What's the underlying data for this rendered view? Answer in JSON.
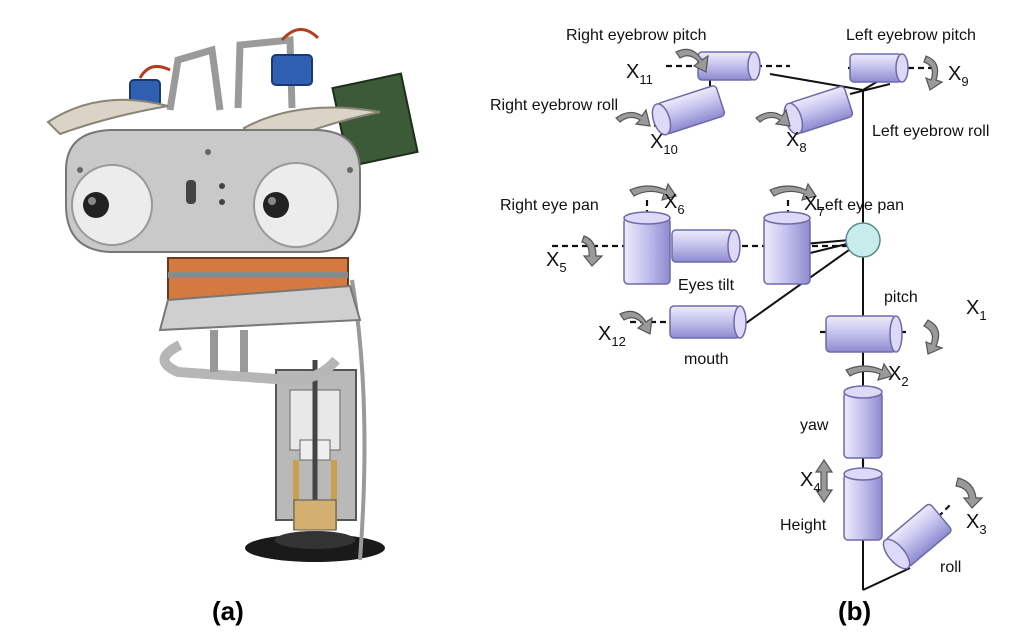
{
  "captions": {
    "a": "(a)",
    "b": "(b)"
  },
  "colors": {
    "joint_fill": "#c6c4ee",
    "joint_stroke": "#6e6aa8",
    "neck_ball": "#c8ecec",
    "arrow": "#8a8a8a"
  },
  "labels": {
    "right_eyebrow_pitch": "Right eyebrow pitch",
    "left_eyebrow_pitch": "Left eyebrow pitch",
    "right_eyebrow_roll": "Right eyebrow roll",
    "left_eyebrow_roll": "Left eyebrow roll",
    "right_eye_pan": "Right eye pan",
    "left_eye_pan": "Left eye pan",
    "eyes_tilt": "Eyes tilt",
    "mouth": "mouth",
    "pitch": "pitch",
    "yaw": "yaw",
    "height": "Height",
    "roll": "roll"
  },
  "axes": {
    "x1": {
      "base": "X",
      "sub": "1"
    },
    "x2": {
      "base": "X",
      "sub": "2"
    },
    "x3": {
      "base": "X",
      "sub": "3"
    },
    "x4": {
      "base": "X",
      "sub": "4"
    },
    "x5": {
      "base": "X",
      "sub": "5"
    },
    "x6": {
      "base": "X",
      "sub": "6"
    },
    "x7": {
      "base": "X",
      "sub": "7"
    },
    "x8": {
      "base": "X",
      "sub": "8"
    },
    "x9": {
      "base": "X",
      "sub": "9"
    },
    "x10": {
      "base": "X",
      "sub": "10"
    },
    "x11": {
      "base": "X",
      "sub": "11"
    },
    "x12": {
      "base": "X",
      "sub": "12"
    }
  }
}
